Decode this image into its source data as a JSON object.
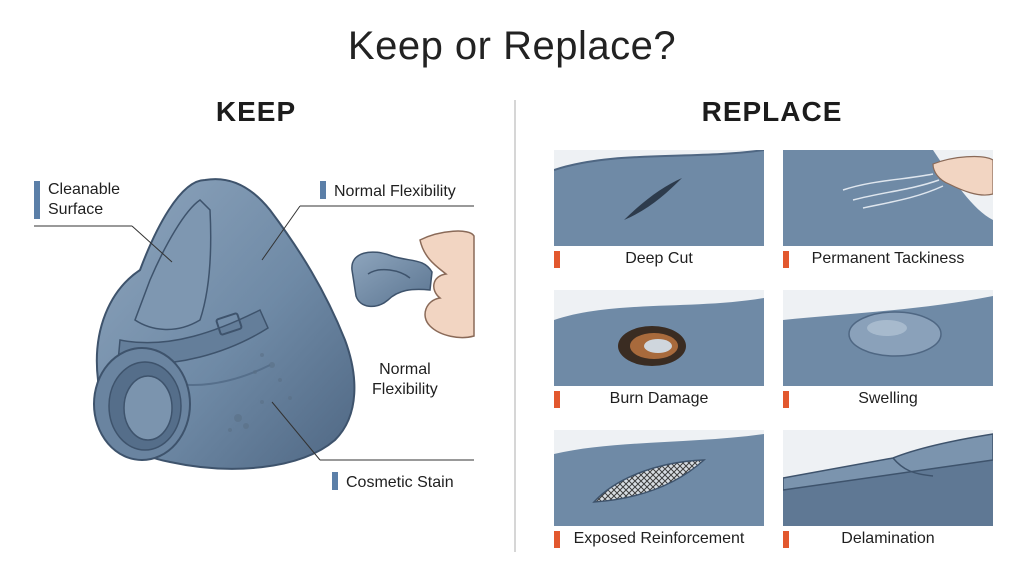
{
  "title": "Keep or Replace?",
  "keep": {
    "heading": "KEEP",
    "labels": {
      "cleanable_1": "Cleanable",
      "cleanable_2": "Surface",
      "flex_top": "Normal Flexibility",
      "flex_side_1": "Normal",
      "flex_side_2": "Flexibility",
      "stain": "Cosmetic Stain"
    },
    "accent": "#5b7fa8"
  },
  "replace": {
    "heading": "REPLACE",
    "accent": "#e2582e",
    "items": [
      {
        "label": "Deep Cut"
      },
      {
        "label": "Permanent Tackiness"
      },
      {
        "label": "Burn Damage"
      },
      {
        "label": "Swelling"
      },
      {
        "label": "Exposed Reinforcement"
      },
      {
        "label": "Delamination"
      }
    ]
  },
  "colors": {
    "rubber": "#6f8aa6",
    "rubber_dark": "#4f6783",
    "rubber_light": "#9fb4c9"
  }
}
